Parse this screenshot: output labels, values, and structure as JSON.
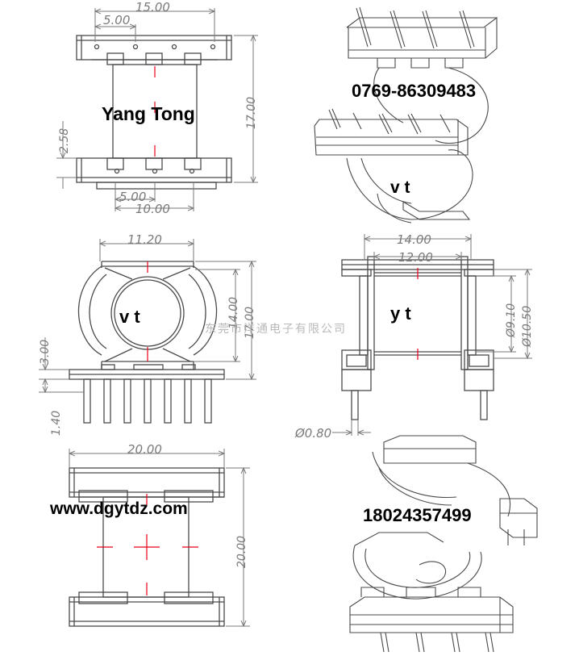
{
  "dims": {
    "top_left": {
      "overall": "15.00",
      "pitch": "5.00",
      "height": "17.00",
      "flange": "2.58",
      "bottom_pitch": "5.00",
      "bottom_width": "10.00"
    },
    "mid_left": {
      "width": "11.20",
      "inner": "14.00",
      "outer": "17.00",
      "step": "3.00",
      "pin": "1.40"
    },
    "mid_right": {
      "overall": "14.00",
      "inner": "12.00",
      "d1": "Ø9.10",
      "d2": "Ø10.50",
      "pin_dia": "Ø0.80"
    },
    "bottom_left": {
      "width": "20.00",
      "height": "20.00"
    }
  },
  "labels": {
    "name": "Yang Tong",
    "phone": "0769-86309483",
    "vt1": "v t",
    "vt2": "v t",
    "yt": "y  t",
    "website": "www.dgytdz.com",
    "mobile": "18024357499",
    "watermark": "东莞市洋通电子有限公司"
  },
  "colors": {
    "line": "#4a4a4a",
    "dim": "#7a7a7a",
    "center": "#e8001c"
  }
}
